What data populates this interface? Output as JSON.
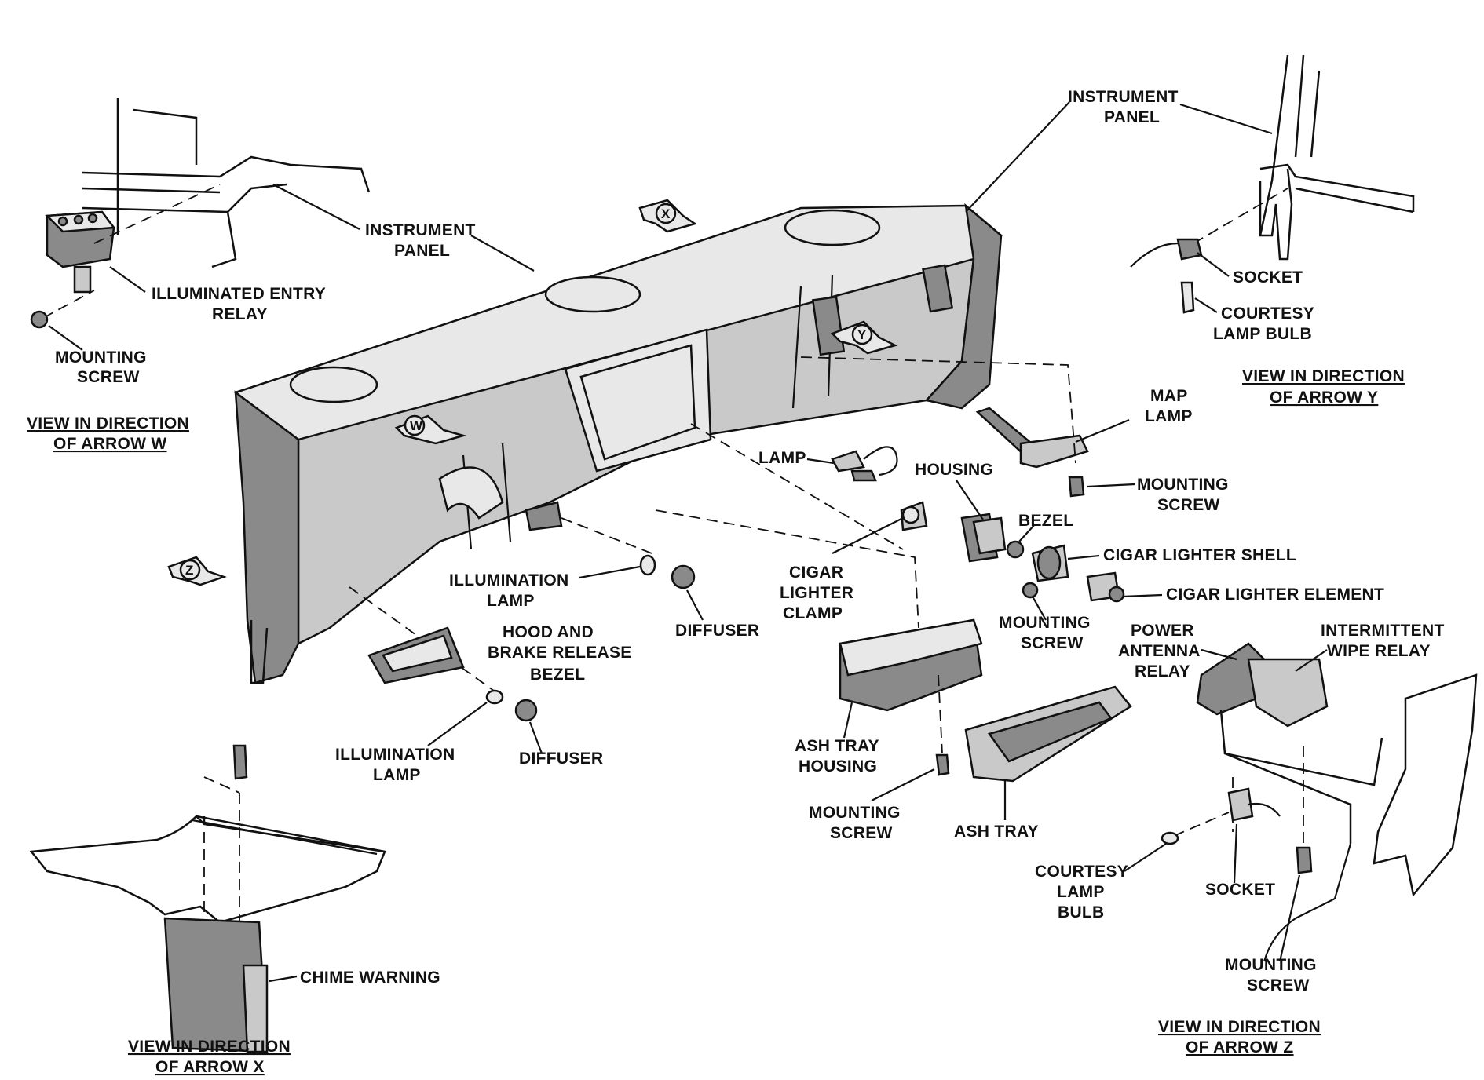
{
  "labels": {
    "instrument_panel_top": [
      "INSTRUMENT",
      "PANEL"
    ],
    "instrument_panel_left": [
      "INSTRUMENT",
      "PANEL"
    ],
    "illuminated_entry_relay": [
      "ILLUMINATED ENTRY",
      "RELAY"
    ],
    "mounting_screw_w": [
      "MOUNTING",
      "SCREW"
    ],
    "socket_y": "SOCKET",
    "courtesy_lamp_bulb_y": [
      "COURTESY",
      "LAMP BULB"
    ],
    "map_lamp": [
      "MAP",
      "LAMP"
    ],
    "mounting_screw_map": [
      "MOUNTING",
      "SCREW"
    ],
    "lamp": "LAMP",
    "housing": "HOUSING",
    "bezel": "BEZEL",
    "cigar_lighter_shell": "CIGAR LIGHTER SHELL",
    "cigar_lighter_element": "CIGAR LIGHTER ELEMENT",
    "cigar_lighter_clamp": [
      "CIGAR",
      "LIGHTER",
      "CLAMP"
    ],
    "mounting_screw_lighter": [
      "MOUNTING",
      "SCREW"
    ],
    "illumination_lamp_upper": [
      "ILLUMINATION",
      "LAMP"
    ],
    "diffuser_upper": "DIFFUSER",
    "hood_brake_release_bezel": [
      "HOOD  AND",
      "BRAKE RELEASE",
      "BEZEL"
    ],
    "illumination_lamp_lower": [
      "ILLUMINATION",
      "LAMP"
    ],
    "diffuser_lower": "DIFFUSER",
    "ash_tray_housing": [
      "ASH  TRAY",
      "HOUSING"
    ],
    "mounting_screw_ash": [
      "MOUNTING",
      "SCREW"
    ],
    "ash_tray": "ASH TRAY",
    "power_antenna_relay": [
      "POWER",
      "ANTENNA",
      "RELAY"
    ],
    "intermittent_wipe_relay": [
      "INTERMITTENT",
      "WIPE RELAY"
    ],
    "courtesy_lamp_bulb_z": [
      "COURTESY",
      "LAMP",
      "BULB"
    ],
    "socket_z": "SOCKET",
    "mounting_screw_z": [
      "MOUNTING",
      "SCREW"
    ],
    "chime_warning": "CHIME WARNING"
  },
  "captions": {
    "view_w": [
      "VIEW IN DIRECTION",
      "OF ARROW W"
    ],
    "view_y": [
      "VIEW IN DIRECTION",
      "OF ARROW Y"
    ],
    "view_x": [
      "VIEW IN DIRECTION",
      "OF ARROW X"
    ],
    "view_z": [
      "VIEW IN DIRECTION",
      "OF ARROW Z"
    ]
  },
  "arrows": {
    "x": "X",
    "y": "Y",
    "w": "W",
    "z": "Z"
  }
}
